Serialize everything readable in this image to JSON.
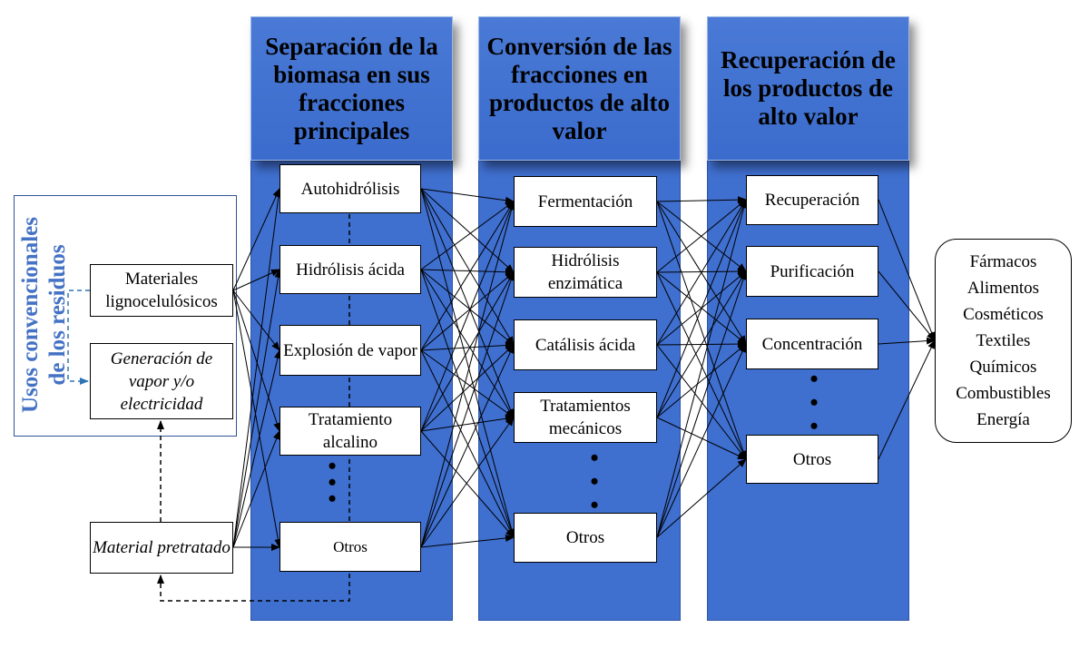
{
  "conventional_uses": {
    "title_line1": "Usos convencionales",
    "title_line2": "de los residuos",
    "materials": "Materiales lignocelulósicos",
    "generation": "Generación de vapor y/o electricidad"
  },
  "pretreated": "Material pretratado",
  "columns": [
    {
      "title": "Separación de la biomasa en sus fracciones principales",
      "items": [
        "Autohidrólisis",
        "Hidrólisis ácida",
        "Explosión de vapor",
        "Tratamiento alcalino",
        "Otros"
      ]
    },
    {
      "title": "Conversión de las fracciones en productos de alto valor",
      "items": [
        "Fermentación",
        "Hidrólisis enzimática",
        "Catálisis ácida",
        "Tratamientos mecánicos",
        "Otros"
      ]
    },
    {
      "title": "Recuperación de los productos de alto valor",
      "items": [
        "Recuperación",
        "Purificación",
        "Concentración",
        "Otros"
      ]
    }
  ],
  "products": [
    "Fármacos",
    "Alimentos",
    "Cosméticos",
    "Textiles",
    "Químicos",
    "Combustibles",
    "Energía"
  ],
  "colors": {
    "column_blue": "#3f6fcf",
    "label_blue": "#4472c4"
  }
}
